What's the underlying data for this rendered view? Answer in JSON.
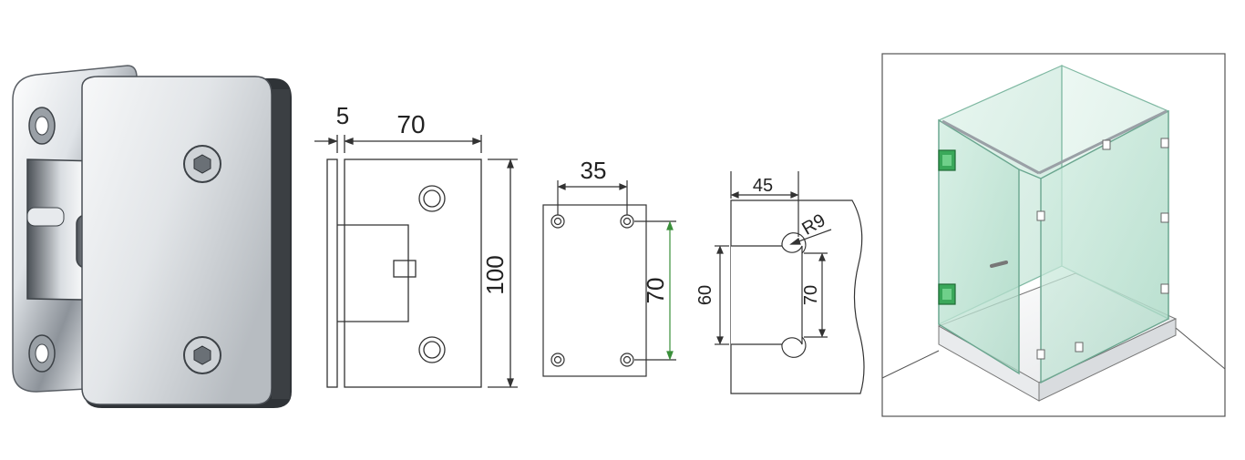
{
  "dimensions": {
    "side_thickness": "5",
    "side_width": "70",
    "side_height": "100",
    "template_hole_spacing_x": "35",
    "template_hole_spacing_y": "70",
    "cutout_offset": "45",
    "cutout_radius": "R9",
    "cutout_height": "60",
    "cutout_hole_spacing": "70"
  },
  "colors": {
    "line": "#333333",
    "glass": "#bfe3d4",
    "glass_edge": "#7fb8a2",
    "hinge_green": "#3aa85a",
    "chrome_dark": "#555a60",
    "chrome_light": "#f4f6f8",
    "dimension_green": "#3a8f3a"
  }
}
